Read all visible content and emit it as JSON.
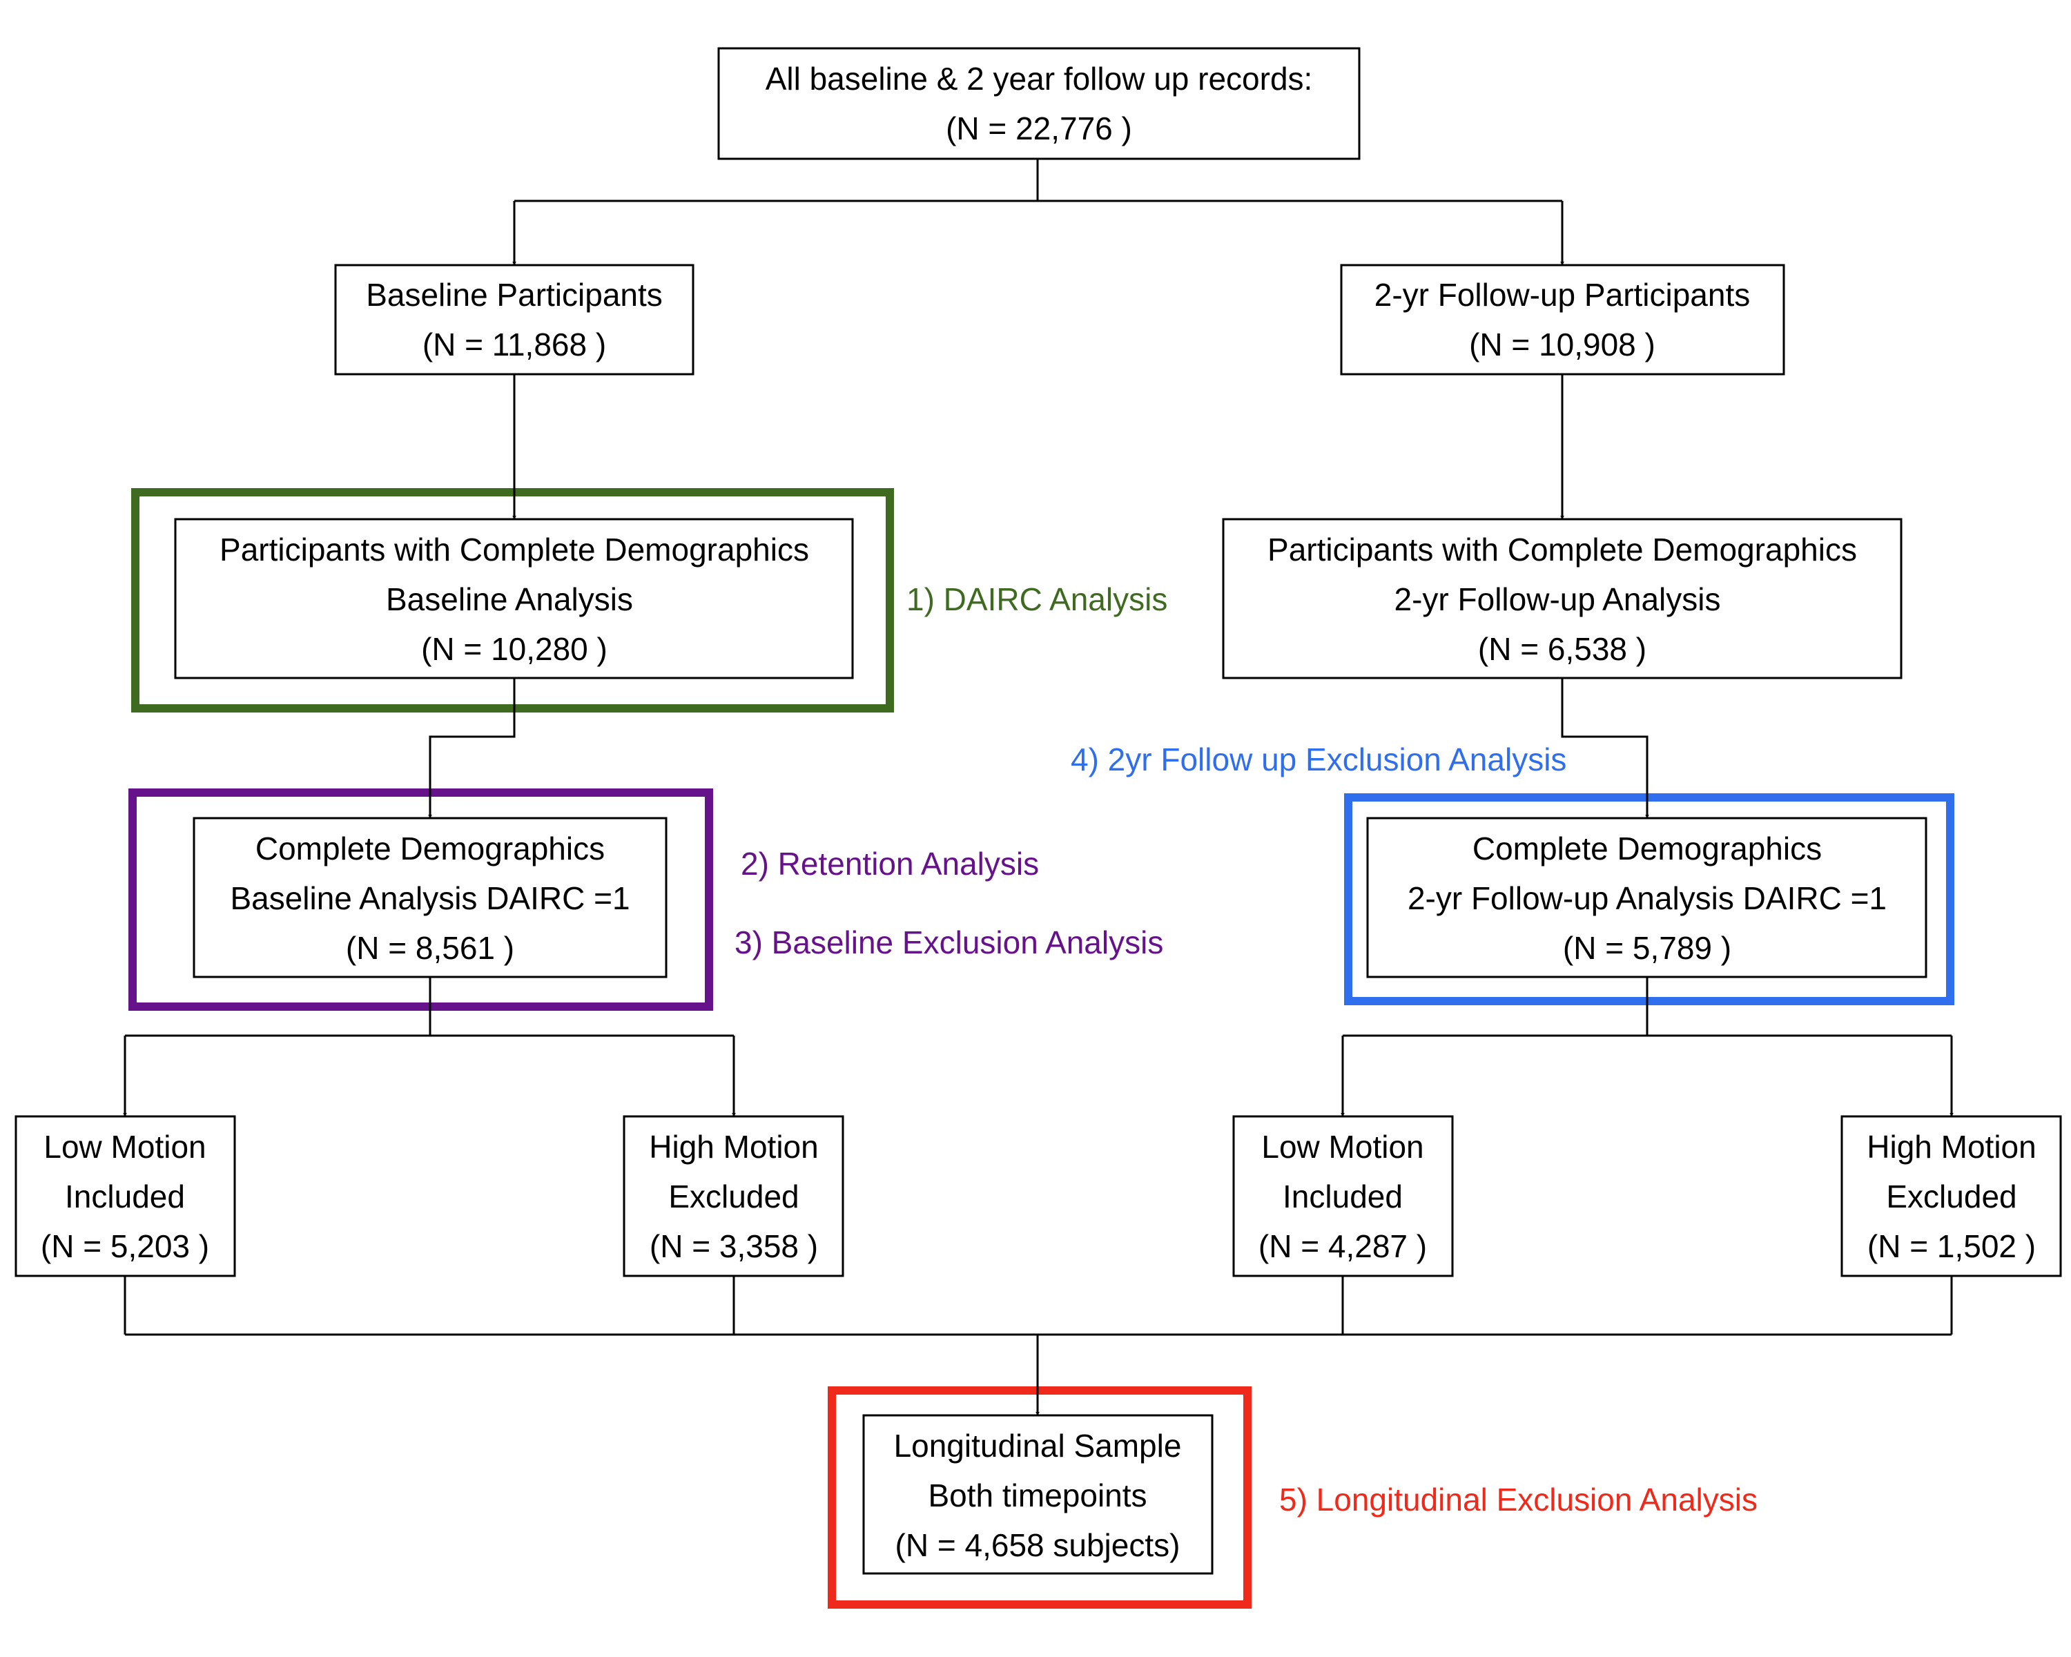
{
  "boxes": {
    "all_records": {
      "lines": [
        "All baseline & 2 year follow up records:",
        "(N = 22,776 )"
      ]
    },
    "baseline": {
      "lines": [
        "Baseline Participants",
        "(N = 11,868 )"
      ]
    },
    "followup": {
      "lines": [
        "2-yr Follow-up Participants",
        "(N = 10,908 )"
      ]
    },
    "baseline_complete": {
      "lines": [
        "Participants with Complete Demographics",
        "Baseline Analysis",
        "(N = 10,280 )"
      ]
    },
    "followup_complete": {
      "lines": [
        "Participants with Complete Demographics",
        "2-yr Follow-up Analysis",
        "(N = 6,538 )"
      ]
    },
    "baseline_dairc": {
      "lines": [
        "Complete Demographics",
        "Baseline Analysis DAIRC =1",
        "(N = 8,561 )"
      ]
    },
    "followup_dairc": {
      "lines": [
        "Complete Demographics",
        "2-yr Follow-up Analysis DAIRC =1",
        "(N = 5,789 )"
      ]
    },
    "baseline_low": {
      "lines": [
        "Low Motion",
        "Included",
        "(N = 5,203 )"
      ]
    },
    "baseline_high": {
      "lines": [
        "High Motion",
        "Excluded",
        "(N = 3,358 )"
      ]
    },
    "followup_low": {
      "lines": [
        "Low Motion",
        "Included",
        "(N = 4,287 )"
      ]
    },
    "followup_high": {
      "lines": [
        "High Motion",
        "Excluded",
        "(N = 1,502 )"
      ]
    },
    "longitudinal": {
      "lines": [
        "Longitudinal Sample",
        "Both timepoints",
        "(N = 4,658 subjects)"
      ]
    }
  },
  "annotations": {
    "dairc": "1) DAIRC Analysis",
    "retention": "2) Retention Analysis",
    "baseline_exclusion": "3) Baseline Exclusion Analysis",
    "followup_exclusion": "4) 2yr Follow up Exclusion Analysis",
    "longitudinal_exclusion": "5) Longitudinal Exclusion Analysis"
  },
  "colors": {
    "dairc": "#3f6b21",
    "retention": "#65128b",
    "followup_exclusion": "#2f6fee",
    "longitudinal_exclusion": "#f02a1a",
    "line": "#000000"
  }
}
